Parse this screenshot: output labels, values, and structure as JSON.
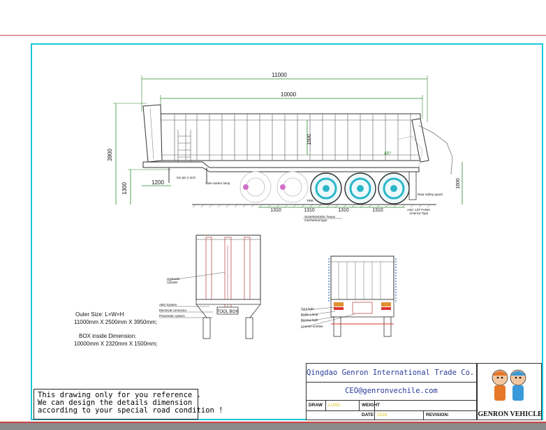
{
  "dimensions": {
    "overall_length": "11000",
    "box_length": "10000",
    "height_total": "3900",
    "kingpin_height": "1300",
    "kingpin_offset": "1200",
    "box_depth": "1500",
    "rear_height": "1600",
    "axle_spacing": [
      "1310",
      "1310",
      "1310",
      "1310"
    ],
    "tip_angle": "45°"
  },
  "callouts": {
    "kingpin": "Kin pin 2 inch",
    "side_marker": "Side marker lamp",
    "tire": "TIRE",
    "suspension_line1": "SUSPENSION: heavy",
    "suspension_line2": "mechanical type",
    "rear_guard": "Rear safety guard",
    "axle_line1": "Axle: 13T FUWA",
    "axle_line2": "America Type",
    "hydraulic_line1": "Hydraulic",
    "hydraulic_line2": "cylinder",
    "abs": "ABS System",
    "electrical": "Electrical connector",
    "pneumatic": "Pneumatic system",
    "toolbox": "TOOL BOX",
    "turn_light": "Turn light",
    "brake_lamp": "Brake Lamp",
    "backup_light": "Backup light",
    "license_number": "License number"
  },
  "specs": {
    "outer_label": "Outer Size: L×W×H",
    "outer_value": "11000mm X 2500mm X 3950mm;",
    "inside_label": "BOX inside Dimension:",
    "inside_value": "10000mm X 2320mm X 1500mm;"
  },
  "note": {
    "line1": "This drawing only for you reference .",
    "line2": "We can design the details dimension",
    "line3": "according to your special road condition !"
  },
  "title_block": {
    "company": "Qingdao Genron International Trade Co. Ltd",
    "email": "CEO@genronvechile.com",
    "draw_label": "DRAW",
    "draw_value": "LUWL",
    "weight_label": "WEIGHT",
    "date_label": "DATE",
    "date_value": "2016",
    "revision_label": "REVISION:"
  },
  "logo": {
    "text": "GENRON VEHICLE"
  },
  "colors": {
    "frame": "#18c8d8",
    "dimension": "#2a8a2a",
    "line": "#333333",
    "wheel": "#2ab7c9",
    "accent": "#d34a4a"
  }
}
